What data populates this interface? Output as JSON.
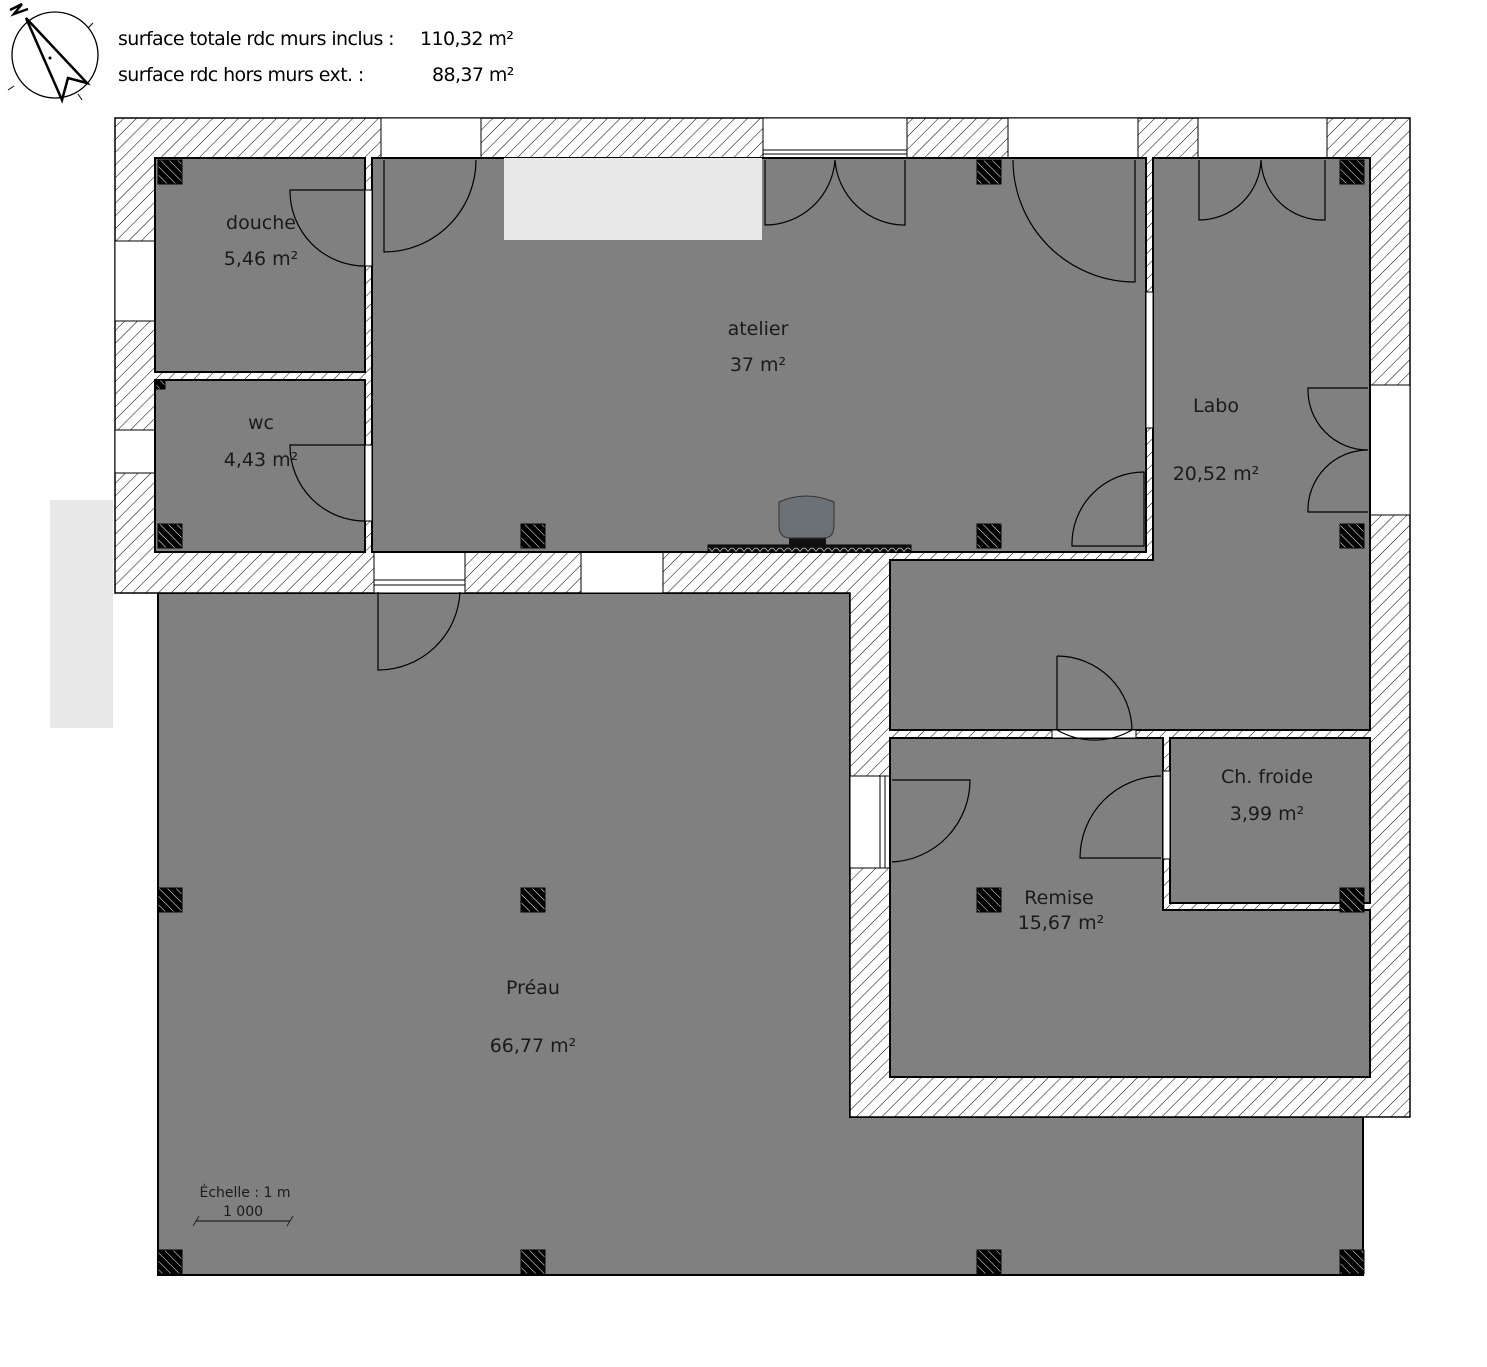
{
  "header": {
    "total_label": "surface totale rdc murs inclus :",
    "total_value": "110,32 m²",
    "net_label": "surface rdc hors murs ext. :",
    "net_value": "88,37 m²",
    "compass_letter": "N"
  },
  "rooms": {
    "douche": {
      "name": "douche",
      "area": "5,46 m²"
    },
    "wc": {
      "name": "wc",
      "area": "4,43 m²"
    },
    "atelier": {
      "name": "atelier",
      "area": "37 m²"
    },
    "labo": {
      "name": "Labo",
      "area": "20,52 m²"
    },
    "ch_froide": {
      "name": "Ch. froide",
      "area": "3,99 m²"
    },
    "remise": {
      "name": "Remise",
      "area": "15,67 m²"
    },
    "preau": {
      "name": "Préau",
      "area": "66,77 m²"
    }
  },
  "scale": {
    "label": "Échelle : 1 m",
    "value": "1 000"
  },
  "colors": {
    "room": "#808080",
    "wall": "#ffffff",
    "line": "#000000",
    "patch": "#e8e8e8"
  }
}
